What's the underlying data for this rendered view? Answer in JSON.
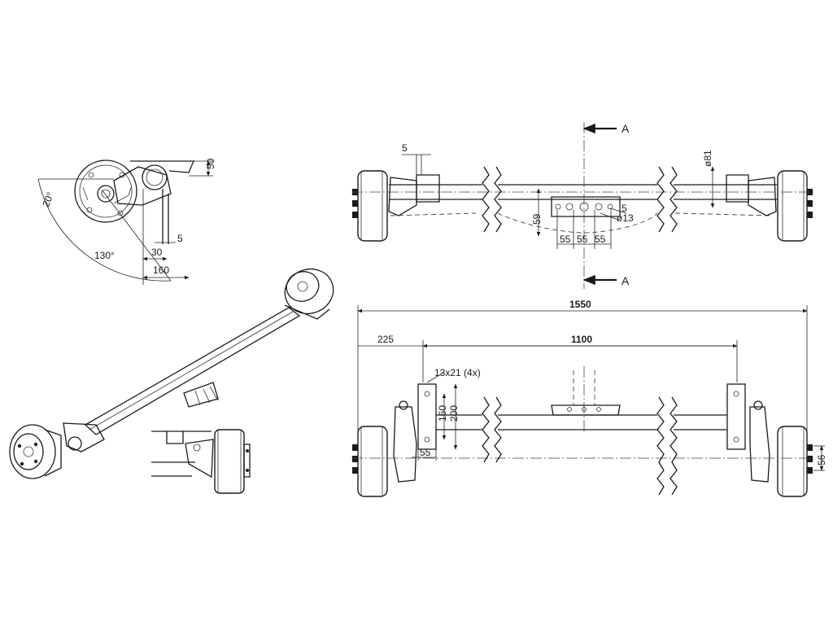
{
  "side_view": {
    "dims": {
      "angle_a": "20°",
      "angle_b": "130°",
      "height": "50",
      "gap": "5",
      "offset": "30",
      "width": "160"
    }
  },
  "top_view": {
    "section_label": "A",
    "dims": {
      "flat": "5",
      "tube_dia": "ø81",
      "height": "59",
      "hole_spacing": [
        "55",
        "55",
        "55"
      ],
      "hole_offset": "5",
      "hole_dia": "ø13"
    }
  },
  "front_view": {
    "dims": {
      "overall": "1550",
      "mount": "1100",
      "edge": "225",
      "slot": "13x21 (4x)",
      "plate_inner": "160",
      "plate_outer": "200",
      "plate_width": "55",
      "hub": "56"
    }
  }
}
